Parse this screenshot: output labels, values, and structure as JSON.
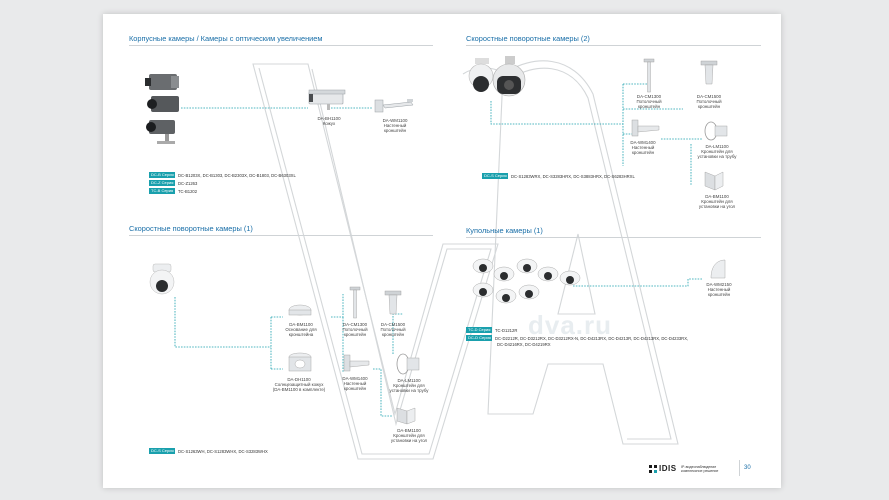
{
  "sections": {
    "s1": {
      "title": "Корпусные камеры / Камеры с оптическим увеличением"
    },
    "s2": {
      "title": "Скоростные поворотные камеры (2)"
    },
    "s3": {
      "title": "Скоростные поворотные камеры (1)"
    },
    "s4": {
      "title": "Купольные камеры (1)"
    }
  },
  "box": {
    "housing": {
      "code": "DA-BH1100",
      "name": "Кожух"
    },
    "wall": {
      "code": "DA-WM1100",
      "name1": "Настенный",
      "name2": "кронштейн"
    },
    "series": [
      {
        "badge": "DC-B Серия",
        "models": "DC-B1203X, DC-B1303, DC-B2303X, DC-B1803, DC-B6303XL"
      },
      {
        "badge": "DC-Z Серия",
        "models": "DC-Z1263"
      },
      {
        "badge": "TC-B Серия",
        "models": "TC-B1202"
      }
    ]
  },
  "speed2": {
    "cm1300": {
      "code": "DA-CM1300",
      "l1": "Потолочный",
      "l2": "кронштейн"
    },
    "cm1500": {
      "code": "DA-CM1500",
      "l1": "Потолочный",
      "l2": "кронштейн"
    },
    "wm1400": {
      "code": "DA-WM1400",
      "l1": "Настенный",
      "l2": "кронштейн"
    },
    "lm1100": {
      "code": "DA-LM1100",
      "l1": "Кронштейн для",
      "l2": "установки на трубу"
    },
    "bm1100": {
      "code": "DA-BM1100",
      "l1": "Кронштейн для",
      "l2": "установки на угол"
    },
    "series": {
      "badge": "DC-S Серия",
      "models": "DC-S1283WRX, DC-S3283HRX, DC-S3883HRX, DC-S6283HRXL"
    }
  },
  "speed1": {
    "bm1100": {
      "code": "DA-BM1100",
      "l1": "Основание для",
      "l2": "кронштейна"
    },
    "dh1100": {
      "code": "DA-DH1100",
      "l1": "Солнцезащитный кожух",
      "l2": "(DA-BM1100 в комплекте)"
    },
    "cm1300": {
      "code": "DA-CM1300",
      "l1": "Потолочный",
      "l2": "кронштейн"
    },
    "cm1500": {
      "code": "DA-CM1500",
      "l1": "Потолочный",
      "l2": "кронштейн"
    },
    "wm1400": {
      "code": "DA-WM1400",
      "l1": "Настенный",
      "l2": "кронштейн"
    },
    "lm1100": {
      "code": "DA-LM1100",
      "l1": "Кронштейн для",
      "l2": "установки на трубу"
    },
    "bm1100b": {
      "code": "DA-BM1100",
      "l1": "Кронштейн для",
      "l2": "установки на угол"
    },
    "series": {
      "badge": "DC-S Серия",
      "models": "DC-S1263WH, DC-S1283WHX, DC-S3283WHX"
    }
  },
  "dome": {
    "wm2150": {
      "code": "DA-WM2150",
      "l1": "Настенный",
      "l2": "кронштейн"
    },
    "tc_series": {
      "badge": "TC-D Серия",
      "models": "TC-D1212R"
    },
    "dc_series": {
      "badge": "DC-D Серия",
      "line1": "DC-D2212R, DC-D3212RX, DC-D3212RX-N, DC-D4213RX, DC-D4213R, DC-D4213RX, DC-D4233RX,",
      "line2": "DC-D4216RX, DC-D4219RX"
    }
  },
  "watermark": "dva.ru",
  "footer": {
    "logo": "IDIS",
    "tag1": "IP-видеонаблюдение",
    "tag2": "комплексное решение",
    "page": "30"
  },
  "colors": {
    "accent": "#1a6fa8",
    "badge": "#1aa0ad",
    "connector": "#1aa0ad"
  }
}
